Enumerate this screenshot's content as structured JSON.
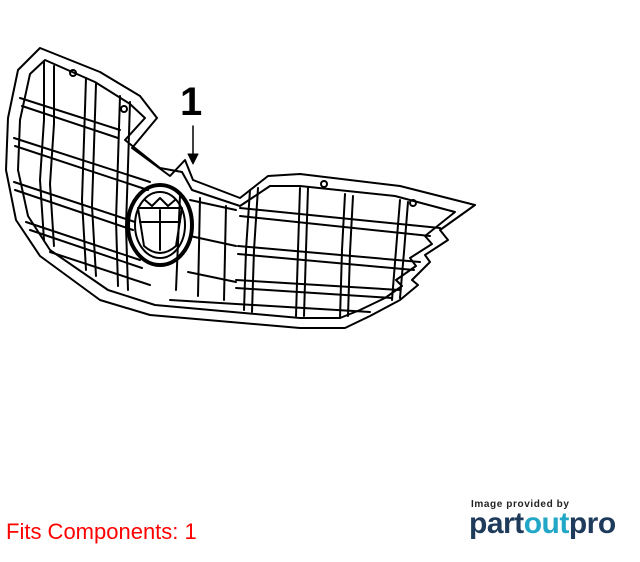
{
  "diagram": {
    "callout_number": "1",
    "line_color": "#000000"
  },
  "footer": {
    "fits_components": "Fits Components: 1",
    "fits_color": "#ff0000"
  },
  "credit": {
    "provided_by": "Image provided by",
    "brand_part": "part",
    "brand_out": "out",
    "brand_pro": "pro",
    "brand_dark_color": "#1f3b5b",
    "brand_accent_color": "#22a7c7"
  }
}
